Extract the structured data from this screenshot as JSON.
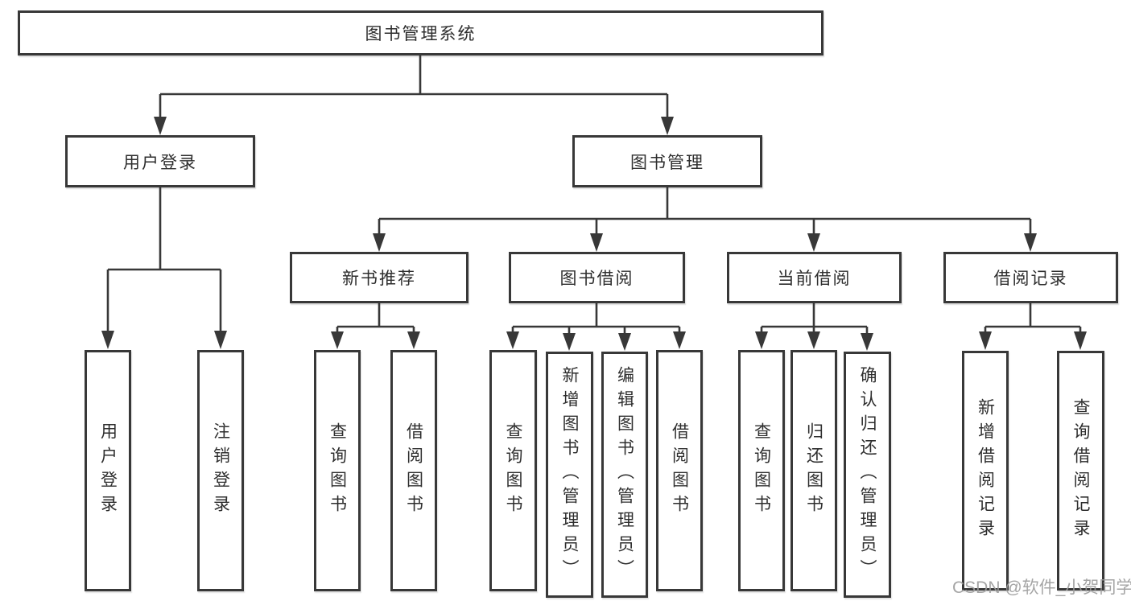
{
  "tree": {
    "root": "图书管理系统",
    "level2": [
      {
        "label": "用户登录",
        "leaves": [
          "用户登录",
          "注销登录"
        ]
      },
      {
        "label": "图书管理",
        "sections": [
          {
            "label": "新书推荐",
            "leaves": [
              "查询图书",
              "借阅图书"
            ]
          },
          {
            "label": "图书借阅",
            "leaves": [
              "查询图书",
              "新增图书（管理员）",
              "编辑图书（管理员）",
              "借阅图书"
            ]
          },
          {
            "label": "当前借阅",
            "leaves": [
              "查询图书",
              "归还图书",
              "确认归还（管理员）"
            ]
          },
          {
            "label": "借阅记录",
            "leaves": [
              "新增借阅记录",
              "查询借阅记录"
            ]
          }
        ]
      }
    ]
  },
  "watermark": "CSDN @软件_小贺同学",
  "colors": {
    "line": "#383838",
    "text": "#2e2e2e",
    "watermark": "#9c9c9c",
    "bg": "#ffffff"
  }
}
